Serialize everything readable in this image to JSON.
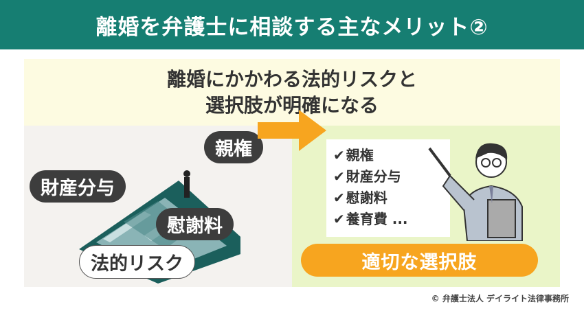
{
  "header": {
    "title": "離婚を弁護士に相談する主なメリット②"
  },
  "subtitle": {
    "line1": "離婚にかかわる法的リスクと",
    "line2": "選択肢が明確になる"
  },
  "left_panel": {
    "tags": [
      "親権",
      "財産分与",
      "慰謝料"
    ],
    "risk_label": "法的リスク"
  },
  "right_panel": {
    "checklist": [
      "親権",
      "財産分与",
      "慰謝料",
      "養育費 ..."
    ],
    "check_mark": "✔",
    "result_label": "適切な選択肢"
  },
  "copyright": "© 弁護士法人 デイライト法律事務所",
  "colors": {
    "header": "#167e72",
    "accent": "#f7a51f",
    "band": "#fdfbe1",
    "left_bg": "#f4f2ef",
    "right_bg": "#eaf5c8"
  }
}
